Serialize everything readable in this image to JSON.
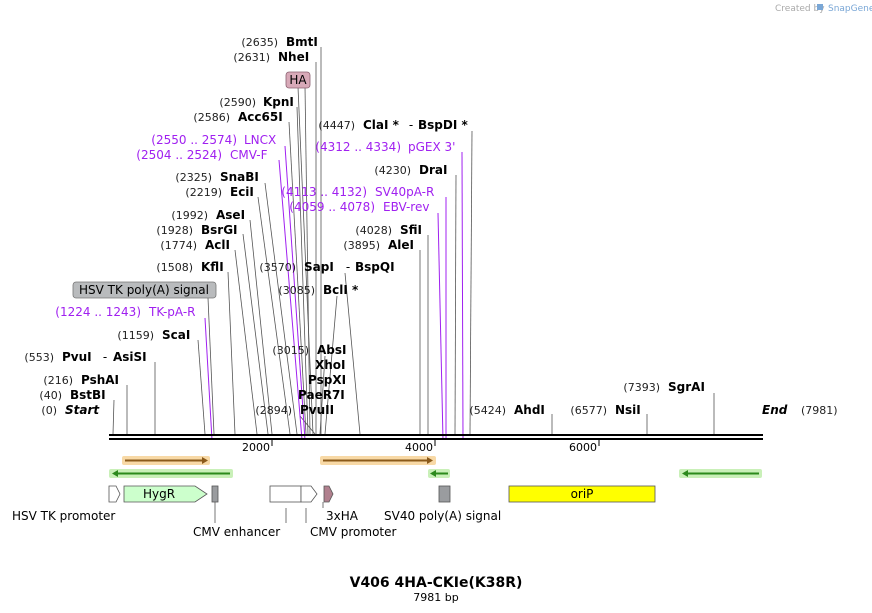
{
  "credit": {
    "prefix": "Created by",
    "brand": "SnapGene"
  },
  "title": "V406 4HA-CKIe(K38R)",
  "subtitle": "7981 bp",
  "sequence_length": 7981,
  "ruler_ticks": [
    "2000",
    "4000",
    "6000"
  ],
  "colors": {
    "primer": "#a020f0",
    "feature_tag_fill": "#d8a9b8",
    "oriP": "#ffff00",
    "HygR": "#ccffcc",
    "orf_orange": "#f4a430",
    "orf_green": "#2c8a1c"
  },
  "sites": [
    {
      "pos": "(2635)",
      "name": "BmtI"
    },
    {
      "pos": "(2631)",
      "name": "NheI"
    },
    {
      "pos": "(2590)",
      "name": "KpnI"
    },
    {
      "pos": "(2586)",
      "name": "Acc65I"
    },
    {
      "pos": "(4447)",
      "name": "ClaI *",
      "name2": "BspDI *"
    },
    {
      "pos": "(4230)",
      "name": "DraI"
    },
    {
      "pos": "(2325)",
      "name": "SnaBI"
    },
    {
      "pos": "(2219)",
      "name": "EciI"
    },
    {
      "pos": "(1992)",
      "name": "AseI"
    },
    {
      "pos": "(1928)",
      "name": "BsrGI"
    },
    {
      "pos": "(1774)",
      "name": "AclI"
    },
    {
      "pos": "(4028)",
      "name": "SfiI"
    },
    {
      "pos": "(3895)",
      "name": "AleI"
    },
    {
      "pos": "(1508)",
      "name": "KflI"
    },
    {
      "pos": "(3570)",
      "name": "SapI",
      "name2": "BspQI"
    },
    {
      "pos": "(3085)",
      "name": "BclI *"
    },
    {
      "pos": "(1159)",
      "name": "ScaI"
    },
    {
      "pos": "(3015)",
      "name": "AbsI"
    },
    {
      "pos": "",
      "name": "XhoI"
    },
    {
      "pos": "",
      "name": "PspXI"
    },
    {
      "pos": "",
      "name": "PaeR7I"
    },
    {
      "pos": "(553)",
      "name": "PvuI",
      "name2": "AsiSI"
    },
    {
      "pos": "(216)",
      "name": "PshAI"
    },
    {
      "pos": "(40)",
      "name": "BstBI"
    },
    {
      "pos": "(0)",
      "name": "Start"
    },
    {
      "pos": "(2894)",
      "name": "PvuII"
    },
    {
      "pos": "(5424)",
      "name": "AhdI"
    },
    {
      "pos": "(6577)",
      "name": "NsiI"
    },
    {
      "pos": "(7393)",
      "name": "SgrAI"
    },
    {
      "pos": "(7981)",
      "name": "End"
    }
  ],
  "primers": [
    {
      "range": "(2550 .. 2574)",
      "name": "LNCX"
    },
    {
      "range": "(2504 .. 2524)",
      "name": "CMV-F"
    },
    {
      "range": "(4312 .. 4334)",
      "name": "pGEX 3'"
    },
    {
      "range": "(4113 .. 4132)",
      "name": "SV40pA-R"
    },
    {
      "range": "(4059 .. 4078)",
      "name": "EBV-rev"
    },
    {
      "range": "(1224 .. 1243)",
      "name": "TK-pA-R"
    }
  ],
  "feature_tags": [
    "HA",
    "HSV TK poly(A) signal"
  ],
  "features": {
    "HygR": "HygR",
    "oriP": "oriP",
    "HSV TK promoter": "HSV TK promoter",
    "CMV enhancer": "CMV enhancer",
    "3xHA": "3xHA",
    "CMV promoter": "CMV promoter",
    "SV40 poly(A) signal": "SV40 poly(A) signal"
  }
}
